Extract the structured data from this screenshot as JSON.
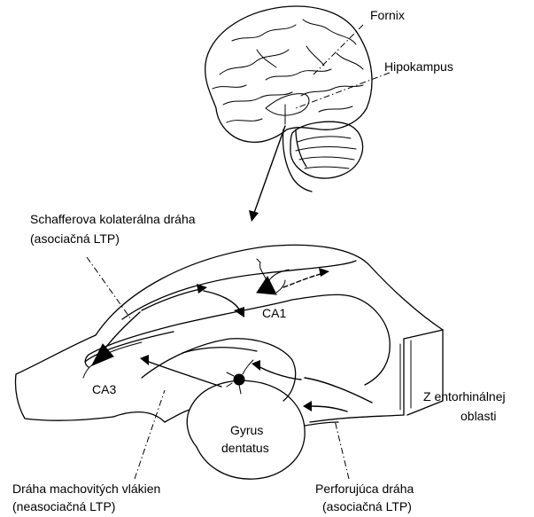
{
  "labels": {
    "fornix": "Fornix",
    "hippocampus": "Hipokampus",
    "schaffer_line1": "Schafferova kolaterálna dráha",
    "schaffer_line2": "(asociačná LTP)",
    "ca1": "CA1",
    "ca3": "CA3",
    "entorhinal_line1": "Z entorhinálnej",
    "entorhinal_line2": "oblasti",
    "gyrus_line1": "Gyrus",
    "gyrus_line2": "dentatus",
    "mossy_line1": "Dráha machovitých vlákien",
    "mossy_line2": "(neasociačná LTP)",
    "perforant_line1": "Perforujúca dráha",
    "perforant_line2": "(asociačná LTP)"
  },
  "colors": {
    "line": "#000000",
    "background": "#ffffff"
  }
}
